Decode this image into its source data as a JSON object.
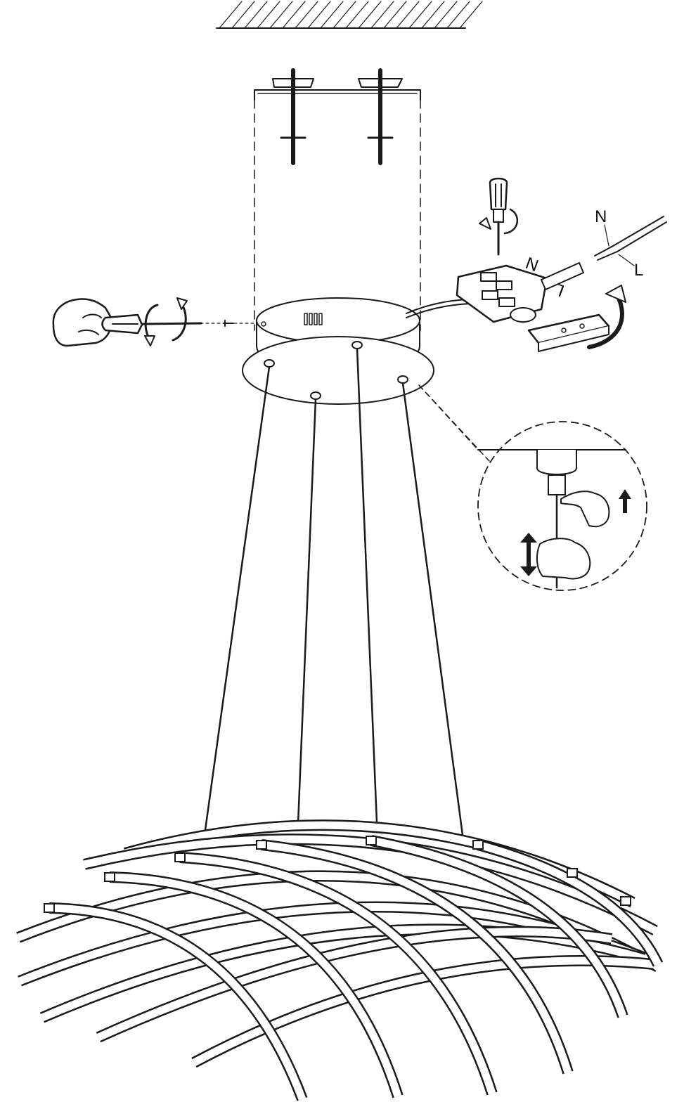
{
  "wire_labels": {
    "neutral": "N",
    "live": "L",
    "terminal_top": "N",
    "terminal_bottom": "L"
  },
  "colors": {
    "line": "#1a1a1a",
    "background": "#ffffff"
  },
  "icons": [
    "ceiling-hatch-icon",
    "screwdriver-icon",
    "rotate-arrow-icon",
    "hand-icon",
    "up-arrow-icon",
    "up-down-arrow-icon"
  ]
}
